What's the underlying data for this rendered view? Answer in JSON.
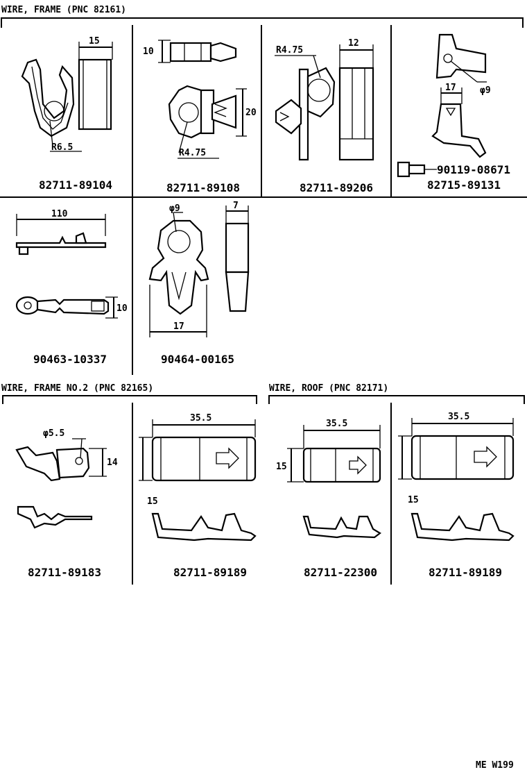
{
  "sections": {
    "wire_frame": "WIRE, FRAME (PNC 82161)",
    "wire_frame_no2": "WIRE, FRAME NO.2 (PNC 82165)",
    "wire_roof": "WIRE, ROOF (PNC 82171)"
  },
  "parts": [
    {
      "pn": "82711-89104",
      "dims": [
        "15",
        "R6.5"
      ]
    },
    {
      "pn": "82711-89108",
      "dims": [
        "10",
        "20",
        "R4.75"
      ]
    },
    {
      "pn": "82711-89206",
      "dims": [
        "R4.75",
        "12"
      ]
    },
    {
      "pn": "82715-89131",
      "dims": [
        "17",
        "φ9"
      ]
    },
    {
      "pn": "90119-08671",
      "dims": []
    },
    {
      "pn": "90463-10337",
      "dims": [
        "110",
        "10"
      ]
    },
    {
      "pn": "90464-00165",
      "dims": [
        "φ9",
        "7",
        "17"
      ]
    },
    {
      "pn": "82711-89183",
      "dims": [
        "φ5.5",
        "14"
      ]
    },
    {
      "pn": "82711-89189",
      "dims": [
        "35.5",
        "15"
      ]
    },
    {
      "pn": "82711-22300",
      "dims": [
        "35.5",
        "15"
      ]
    },
    {
      "pn": "82711-89189",
      "dims": [
        "35.5",
        "15"
      ]
    }
  ],
  "footer": "ME W199"
}
